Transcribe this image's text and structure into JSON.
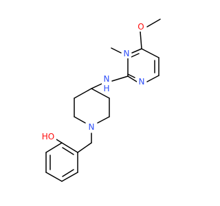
{
  "molecule": {
    "atoms": {
      "methoxy_O": {
        "label": "O",
        "color": "#ff0d0d"
      },
      "pyrimidine_N_top": {
        "label": "N",
        "color": "#3050f8"
      },
      "pyrimidine_N_bottom": {
        "label": "N",
        "color": "#3050f8"
      },
      "amine_NH_N": {
        "label": "N",
        "color": "#3050f8"
      },
      "amine_NH_H": {
        "label": "H",
        "color": "#3050f8"
      },
      "piperidine_N": {
        "label": "N",
        "color": "#3050f8"
      },
      "hydroxyl_HO": {
        "label": "HO",
        "color": "#ff0d0d"
      }
    },
    "bond_color": "#000000"
  }
}
